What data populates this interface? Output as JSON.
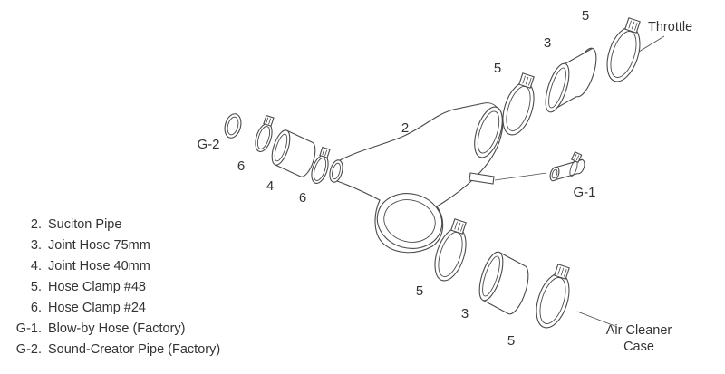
{
  "colors": {
    "background": "#ffffff",
    "line_art": "#4a4a4a",
    "text": "#333333"
  },
  "diagram": {
    "callouts": {
      "throttle": "Throttle",
      "air_cleaner_line1": "Air Cleaner",
      "air_cleaner_line2": "Case",
      "g1": "G-1",
      "g2": "G-2",
      "n2": "2",
      "n3": "3",
      "n4": "4",
      "n5": "5",
      "n6": "6"
    },
    "legend": {
      "items": [
        {
          "num": "2.",
          "label": "Suciton Pipe"
        },
        {
          "num": "3.",
          "label": "Joint Hose 75mm"
        },
        {
          "num": "4.",
          "label": "Joint Hose 40mm"
        },
        {
          "num": "5.",
          "label": "Hose Clamp #48"
        },
        {
          "num": "6.",
          "label": "Hose Clamp #24"
        },
        {
          "num": "G-1.",
          "label": "Blow-by Hose (Factory)"
        },
        {
          "num": "G-2.",
          "label": "Sound-Creator Pipe (Factory)"
        }
      ]
    }
  }
}
